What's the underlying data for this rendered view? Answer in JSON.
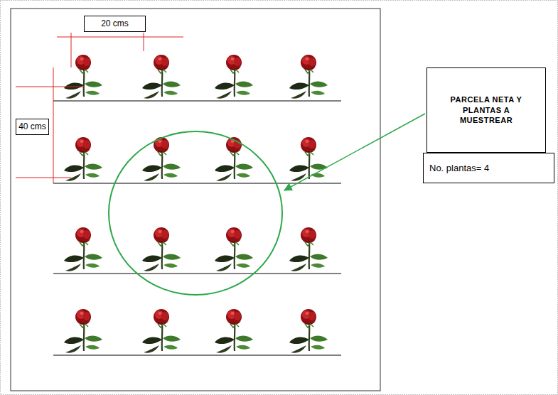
{
  "diagram": {
    "nodes": [
      {
        "text": [
          "20 cms"
        ]
      },
      {
        "text": [
          "40 cms"
        ]
      },
      {
        "text": [
          "PARCELA NETA Y PLANTAS A MUESTREAR"
        ]
      },
      {
        "text": [
          "No. plantas= 4"
        ]
      }
    ]
  }
}
